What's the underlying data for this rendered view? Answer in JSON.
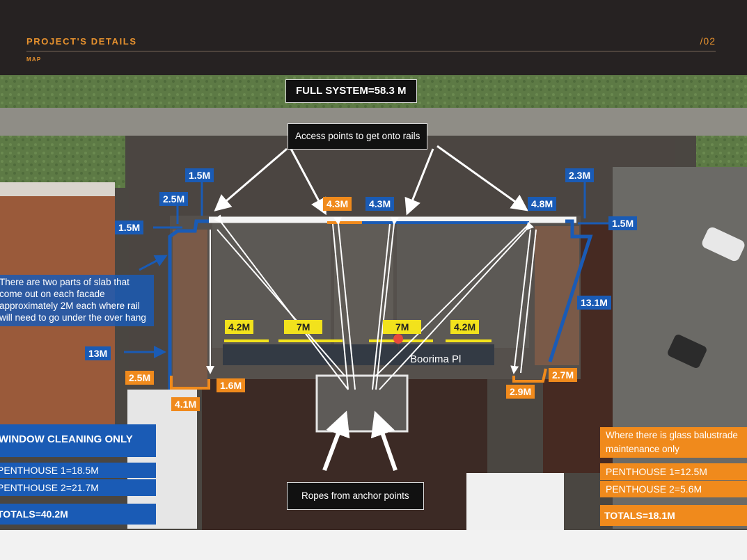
{
  "header": {
    "title": "PROJECT'S DETAILS",
    "subtitle": "MAP",
    "page": "/02"
  },
  "map": {
    "full_system": "FULL SYSTEM=58.3 M",
    "access_points": "Access points to get onto rails",
    "ropes": "Ropes from anchor points",
    "street_label": "Boorima Pl",
    "blue_labels": [
      "1.5M",
      "2.5M",
      "1.5M",
      "4.3M",
      "4.8M",
      "2.3M",
      "1.5M",
      "13.1M",
      "13M"
    ],
    "orange_labels": [
      "4.3M",
      "2.5M",
      "1.6M",
      "4.1M",
      "2.7M",
      "2.9M"
    ],
    "yellow_labels": [
      "4.2M",
      "7M",
      "7M",
      "4.2M"
    ],
    "slab_note": "There are two parts of slab that come out on each facade approximately 2M each where rail will need to go under the over hang",
    "window_panel": {
      "title": "WINDOW CLEANING ONLY",
      "penthouse1": "PENTHOUSE 1=18.5M",
      "penthouse2": "PENTHOUSE 2=21.7M",
      "totals": "TOTALS=40.2M"
    },
    "glass_panel": {
      "note": "Where there is glass balustrade maintenance only",
      "penthouse1": "PENTHOUSE 1=12.5M",
      "penthouse2": "PENTHOUSE 2=5.6M",
      "totals": "TOTALS=18.1M"
    },
    "colors": {
      "blue": "#1a5bb5",
      "orange": "#f08a1c",
      "yellow": "#f2e21c",
      "header_accent": "#e8922e"
    }
  }
}
